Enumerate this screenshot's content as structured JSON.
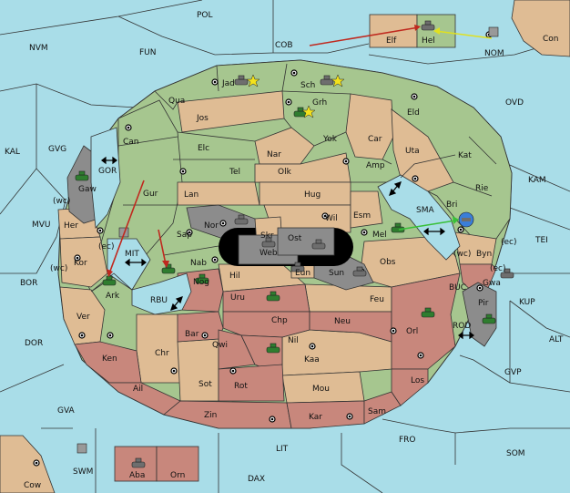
{
  "colors": {
    "sea": "#a9dde8",
    "green": "#a6c68f",
    "tan": "#dfbc94",
    "red": "#c8877c",
    "grey": "#8c8c8c",
    "border": "#333333",
    "unit": "#2f7d2f",
    "unit_grey": "#6e6e6e",
    "arrow_red": "#c0291f",
    "arrow_green": "#39c039",
    "arrow_yellow": "#e0e020"
  },
  "sea_labels": [
    {
      "text": "POL"
    },
    {
      "text": "NVM"
    },
    {
      "text": "FUN"
    },
    {
      "text": "COB"
    },
    {
      "text": "NOM"
    },
    {
      "text": "OVD"
    },
    {
      "text": "KAL"
    },
    {
      "text": "GVG"
    },
    {
      "text": "GOR"
    },
    {
      "text": "KAM"
    },
    {
      "text": "MVU"
    },
    {
      "text": "SMA"
    },
    {
      "text": "TEI"
    },
    {
      "text": "MIT"
    },
    {
      "text": "BOR"
    },
    {
      "text": "RBU"
    },
    {
      "text": "BUC"
    },
    {
      "text": "KUP"
    },
    {
      "text": "ROD"
    },
    {
      "text": "ALT"
    },
    {
      "text": "DOR"
    },
    {
      "text": "GVP"
    },
    {
      "text": "GVA"
    },
    {
      "text": "FRO"
    },
    {
      "text": "SOM"
    },
    {
      "text": "LIT"
    },
    {
      "text": "SWM"
    },
    {
      "text": "DAX"
    }
  ],
  "land_labels": [
    {
      "text": "Con"
    },
    {
      "text": "Cow"
    },
    {
      "text": "Elf"
    },
    {
      "text": "Hel"
    },
    {
      "text": "Aba"
    },
    {
      "text": "Orn"
    },
    {
      "text": "Jad"
    },
    {
      "text": "Sch"
    },
    {
      "text": "Qua"
    },
    {
      "text": "Grh"
    },
    {
      "text": "Jos"
    },
    {
      "text": "Eld"
    },
    {
      "text": "Can"
    },
    {
      "text": "Yok"
    },
    {
      "text": "Car"
    },
    {
      "text": "Elc"
    },
    {
      "text": "Nar"
    },
    {
      "text": "Uta"
    },
    {
      "text": "Kat"
    },
    {
      "text": "Tel"
    },
    {
      "text": "Olk"
    },
    {
      "text": "Amp"
    },
    {
      "text": "Gaw"
    },
    {
      "text": "Gur"
    },
    {
      "text": "Lan"
    },
    {
      "text": "Hug"
    },
    {
      "text": "Rie"
    },
    {
      "text": "Wil"
    },
    {
      "text": "Esm"
    },
    {
      "text": "Bri"
    },
    {
      "text": "Her"
    },
    {
      "text": "Nor"
    },
    {
      "text": "Skr"
    },
    {
      "text": "Sap"
    },
    {
      "text": "Ost"
    },
    {
      "text": "Mel"
    },
    {
      "text": "Web"
    },
    {
      "text": "Byn"
    },
    {
      "text": "Kor"
    },
    {
      "text": "Nab"
    },
    {
      "text": "Obs"
    },
    {
      "text": "Hil"
    },
    {
      "text": "Eun"
    },
    {
      "text": "Sun"
    },
    {
      "text": "Gwa"
    },
    {
      "text": "Nog"
    },
    {
      "text": "Ark"
    },
    {
      "text": "Uru"
    },
    {
      "text": "Feu"
    },
    {
      "text": "Pir"
    },
    {
      "text": "Ver"
    },
    {
      "text": "Chp"
    },
    {
      "text": "Neu"
    },
    {
      "text": "Orl"
    },
    {
      "text": "Bar"
    },
    {
      "text": "Qwi"
    },
    {
      "text": "Nil"
    },
    {
      "text": "Ken"
    },
    {
      "text": "Chr"
    },
    {
      "text": "Kaa"
    },
    {
      "text": "Los"
    },
    {
      "text": "Ail"
    },
    {
      "text": "Sot"
    },
    {
      "text": "Rot"
    },
    {
      "text": "Mou"
    },
    {
      "text": "Zin"
    },
    {
      "text": "Kar"
    },
    {
      "text": "Sam"
    }
  ],
  "coast_labels": [
    {
      "text": "(wc)"
    },
    {
      "text": "(ec)"
    },
    {
      "text": "(wc)"
    },
    {
      "text": "(ec)"
    },
    {
      "text": "(wc)"
    },
    {
      "text": "(ec)"
    }
  ]
}
